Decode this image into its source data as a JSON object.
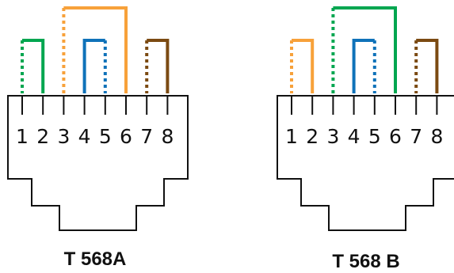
{
  "colors": {
    "green": "#00a650",
    "orange": "#f7a13a",
    "blue": "#0f72b9",
    "brown": "#7b4a12",
    "outline": "#111111"
  },
  "connectors": [
    {
      "caption": "T 568A",
      "pin_labels": [
        "1",
        "2",
        "3",
        "4",
        "5",
        "6",
        "7",
        "8"
      ],
      "pairs": [
        {
          "color": "green",
          "dashed_pin": 1,
          "solid_pin": 2
        },
        {
          "color": "orange",
          "dashed_pin": 3,
          "solid_pin": 6
        },
        {
          "color": "blue",
          "dashed_pin": 5,
          "solid_pin": 4
        },
        {
          "color": "brown",
          "dashed_pin": 7,
          "solid_pin": 8
        }
      ]
    },
    {
      "caption": "T 568 B",
      "pin_labels": [
        "1",
        "2",
        "3",
        "4",
        "5",
        "6",
        "7",
        "8"
      ],
      "pairs": [
        {
          "color": "orange",
          "dashed_pin": 1,
          "solid_pin": 2
        },
        {
          "color": "green",
          "dashed_pin": 3,
          "solid_pin": 6
        },
        {
          "color": "blue",
          "dashed_pin": 5,
          "solid_pin": 4
        },
        {
          "color": "brown",
          "dashed_pin": 7,
          "solid_pin": 8
        }
      ]
    }
  ]
}
